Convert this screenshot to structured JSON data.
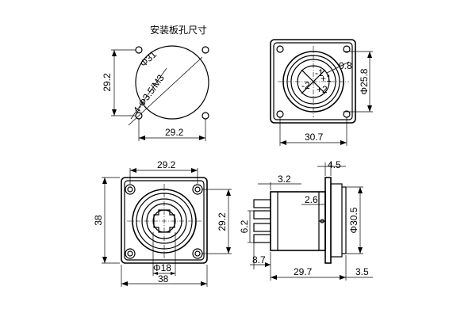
{
  "panel_cutout": {
    "title": "安装板孔尺寸",
    "dim_height": "29.2",
    "dim_width": "29.2",
    "dim_diameter": "Φ31",
    "dim_hole": "4-Φ3.5/M3"
  },
  "front_view": {
    "dim_width": "30.7",
    "dim_diameter": "Φ25.8",
    "dim_small": "0.8",
    "pin_labels": [
      "-1",
      "+1",
      "-2",
      "+2"
    ]
  },
  "bottom_front": {
    "dim_top": "29.2",
    "dim_right": "29.2",
    "dim_left": "38",
    "dim_bottom": "38",
    "dim_inner": "Φ18"
  },
  "side_view": {
    "dim_top_right": "4.5",
    "dim_top_left": "3.2",
    "dim_mid": "2.6",
    "dim_left": "6.2",
    "dim_diameter": "Φ30.5",
    "dim_bottom_left": "8.7",
    "dim_length": "29.7",
    "dim_bottom_right": "3.5"
  }
}
